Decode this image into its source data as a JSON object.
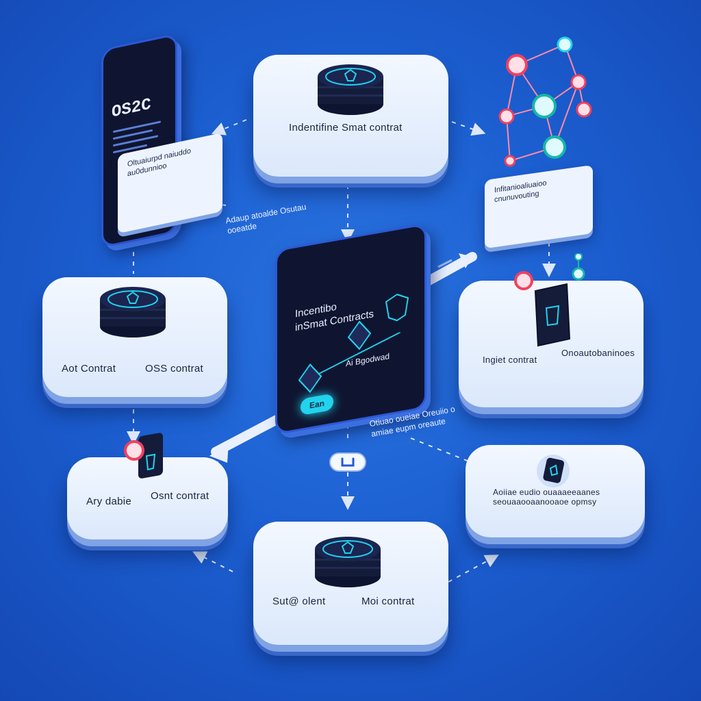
{
  "top_tile": {
    "label": "Indentifine Smat contrat"
  },
  "left_phone": {
    "title": "OS2C",
    "card_text": "Oltuaiurpd naiuddo au0dunnioo"
  },
  "left_float_text": "Adaup atoalde Osutau ooeatde",
  "left_tile": {
    "label_left": "Aot Contrat",
    "label_right": "OSS contrat"
  },
  "center_phone": {
    "title_line1": "Incentibo",
    "title_line2": "inSmat Contracts",
    "caption": "Ai Bgodwad",
    "button": "Ean"
  },
  "right_card": {
    "text": "Infitanioaliuaioo cnunuvouting"
  },
  "right_tile": {
    "label_left": "Ingiet contrat",
    "label_right": "Onoautobaninoes"
  },
  "center_float_text": "Otiuao oueiae Oreuiio o amiae eupm oreaute",
  "bottom_left_tile": {
    "label_left": "Ary dabie",
    "label_right": "Osnt contrat"
  },
  "bottom_right_tile": {
    "label": "Aoiiae eudio ouaaaeeaanes seouaaooaanooaoe opmsy"
  },
  "bottom_tile": {
    "label_left": "Sut@ olent",
    "label_right": "Moi contrat"
  },
  "colors": {
    "background": "#1c5fd1",
    "accent_cyan": "#22d3ee",
    "accent_pink": "#f43f5e",
    "tile": "#eef4ff"
  },
  "icons": [
    "shield-coin-icon",
    "network-graph-icon",
    "diamond-token-icon",
    "link-icon",
    "arrow-icon"
  ]
}
